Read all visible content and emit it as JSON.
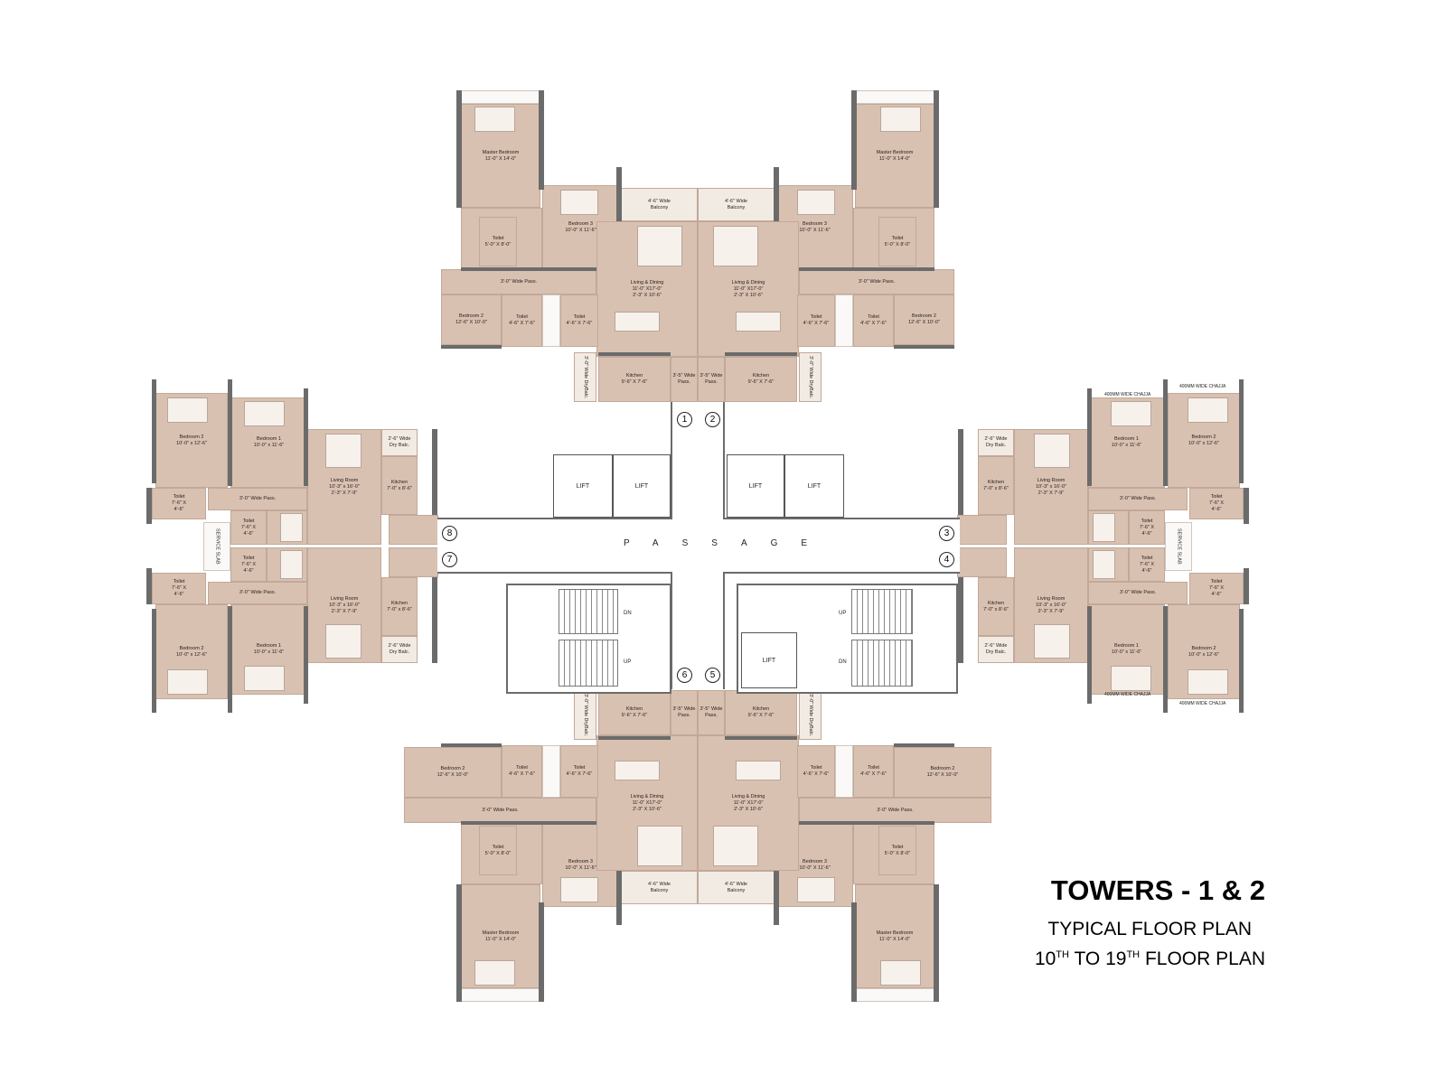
{
  "title": {
    "main": "TOWERS - 1 & 2",
    "sub": "TYPICAL FLOOR PLAN",
    "floor_from": "10",
    "floor_to": "19",
    "sup": "TH",
    "to": "TO",
    "floor_plan": "FLOOR PLAN"
  },
  "core": {
    "passage": "PASSAGE",
    "lift": "LIFT",
    "dn": "DN",
    "up": "UP",
    "unit_numbers": [
      "1",
      "2",
      "3",
      "4",
      "5",
      "6",
      "7",
      "8"
    ],
    "chajja": "400MM WIDE CHAJJA"
  },
  "labels": {
    "a": {
      "master_bedroom": {
        "lines": [
          "Master Bedroom",
          "11'-0\" X 14'-0\""
        ]
      },
      "toilet_1": {
        "lines": [
          "Toilet",
          "5'-0\" X 8'-0\""
        ]
      },
      "bedroom_3": {
        "lines": [
          "Bedroom 3",
          "10'-0\" X 11'-6\""
        ]
      },
      "balcony": {
        "lines": [
          "4'-6\" Wide",
          "Balcony"
        ]
      },
      "living_dining": {
        "lines": [
          "Living & Dining",
          "11'-0\" X17'-0\"",
          "2'-3\" X 10'-6\""
        ]
      },
      "wide_pass": {
        "lines": [
          "3'-0\" Wide Pass."
        ]
      },
      "bedroom_2": {
        "lines": [
          "Bedroom 2",
          "12'-6\" X 10'-0\""
        ]
      },
      "toilet_2": {
        "lines": [
          "Toilet",
          "4'-6\" X 7'-6\""
        ]
      },
      "kitchen": {
        "lines": [
          "Kitchen",
          "9'-6\" X 7'-6\""
        ]
      },
      "pass_35": {
        "lines": [
          "3'-5\" Wide",
          "Pass."
        ]
      },
      "dry_balcony": {
        "lines": [
          "3'-0\" Wide Dry",
          "Balc."
        ]
      }
    },
    "b": {
      "bedroom_2": {
        "lines": [
          "Bedroom 2",
          "10'-0\" x 12'-6\""
        ]
      },
      "bedroom_1": {
        "lines": [
          "Bedroom 1",
          "10'-0\" x 11'-6\""
        ]
      },
      "living_room": {
        "lines": [
          "Living Room",
          "10'-3\" x 16'-0\"",
          "2'-3\" X 7'-9\""
        ]
      },
      "kitchen": {
        "lines": [
          "Kitchen",
          "7'-0\" x 8'-6\""
        ]
      },
      "dry_balcony": {
        "lines": [
          "2'-6\" Wide",
          "Dry Balc."
        ]
      },
      "wide_pass": {
        "lines": [
          "3'-0\" Wide Pass."
        ]
      },
      "toilet": {
        "lines": [
          "Toilet",
          "7'-6\" X",
          "4'-6\""
        ]
      },
      "service_slab": {
        "lines": [
          "SERVICE SLAB"
        ]
      }
    }
  },
  "colors": {
    "room": "#d9c1b1",
    "balcony": "#f2ebe4",
    "wall": "#6b6b6b"
  }
}
